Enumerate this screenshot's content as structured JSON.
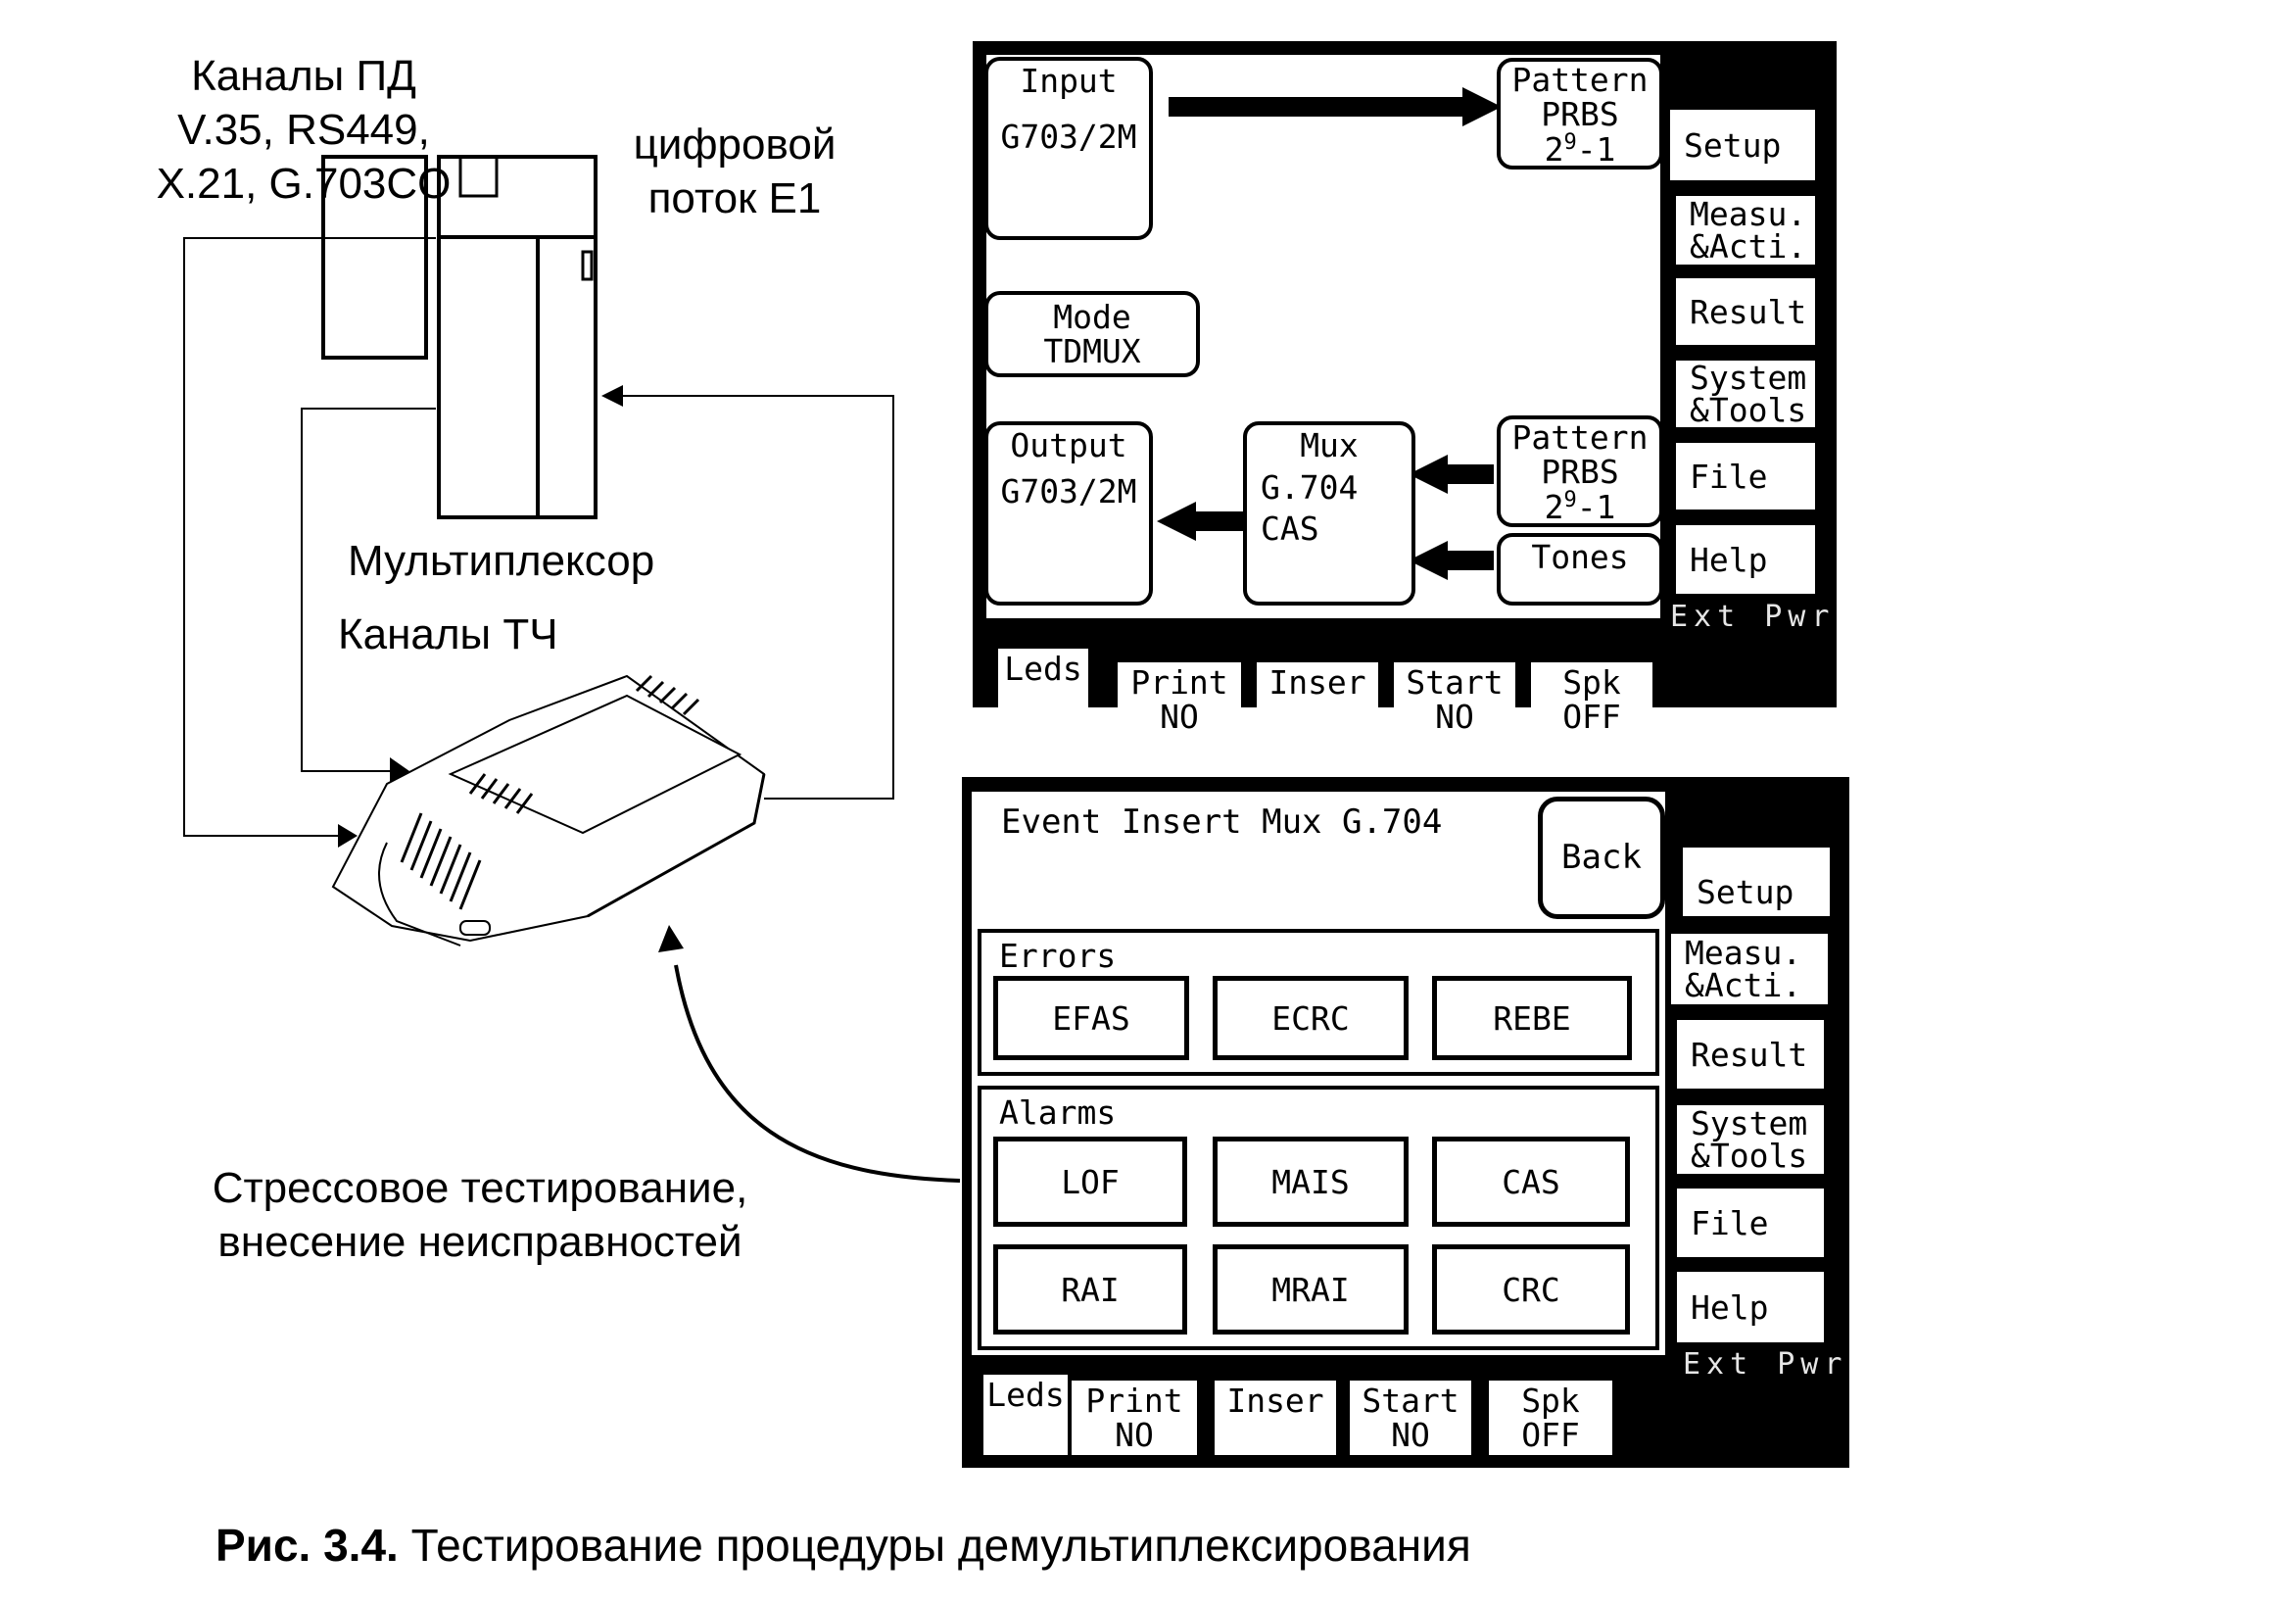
{
  "diagram": {
    "labels": {
      "data_channels_title": "Каналы ПД",
      "data_channels_line2": "V.35, RS449,",
      "data_channels_line3": "X.21, G.703CO",
      "digital_stream_line1": "цифровой",
      "digital_stream_line2": "поток Е1",
      "multiplexer": "Мультиплексор",
      "voice_channels": "Каналы ТЧ",
      "stress_line1": "Стрессовое тестирование,",
      "stress_line2": "внесение неисправностей"
    },
    "caption": {
      "prefix": "Рис. 3.4.",
      "text": " Тестирование процедуры демультиплексирования"
    }
  },
  "screen_top": {
    "blocks": {
      "input_title": "Input",
      "input_value": "G703/2M",
      "pattern1_title": "Pattern",
      "pattern1_type": "PRBS",
      "pattern1_base": "2",
      "pattern1_exp": "9",
      "pattern1_suffix": "-1",
      "mode_title": "Mode",
      "mode_value": "TDMUX",
      "output_title": "Output",
      "output_value": "G703/2M",
      "mux_title": "Mux",
      "mux_line1": "G.704",
      "mux_line2": "CAS",
      "pattern2_title": "Pattern",
      "pattern2_type": "PRBS",
      "pattern2_base": "2",
      "pattern2_exp": "9",
      "pattern2_suffix": "-1",
      "tones": "Tones"
    },
    "side_menu": [
      {
        "line1": "Setup",
        "line2": ""
      },
      {
        "line1": "Measu.",
        "line2": "&Acti."
      },
      {
        "line1": "Result",
        "line2": ""
      },
      {
        "line1": "System",
        "line2": "&Tools"
      },
      {
        "line1": "File",
        "line2": ""
      },
      {
        "line1": "Help",
        "line2": ""
      }
    ],
    "ext_pwr": "Ext Pwr",
    "bottom_bar": [
      {
        "line1": "Leds",
        "line2": ""
      },
      {
        "line1": "Print",
        "line2": "NO"
      },
      {
        "line1": "Inser",
        "line2": ""
      },
      {
        "line1": "Start",
        "line2": "NO"
      },
      {
        "line1": "Spk",
        "line2": "OFF"
      }
    ]
  },
  "screen_bottom": {
    "title": "Event Insert Mux G.704",
    "back_label": "Back",
    "errors": {
      "title": "Errors",
      "buttons": [
        "EFAS",
        "ECRC",
        "REBE"
      ]
    },
    "alarms": {
      "title": "Alarms",
      "buttons": [
        "LOF",
        "MAIS",
        "CAS",
        "RAI",
        "MRAI",
        "CRC"
      ]
    },
    "side_menu": [
      {
        "line1": "Setup",
        "line2": ""
      },
      {
        "line1": "Measu.",
        "line2": "&Acti."
      },
      {
        "line1": "Result",
        "line2": ""
      },
      {
        "line1": "System",
        "line2": "&Tools"
      },
      {
        "line1": "File",
        "line2": ""
      },
      {
        "line1": "Help",
        "line2": ""
      }
    ],
    "ext_pwr": "Ext Pwr",
    "bottom_bar": [
      {
        "line1": "Leds",
        "line2": ""
      },
      {
        "line1": "Print",
        "line2": "NO"
      },
      {
        "line1": "Inser",
        "line2": ""
      },
      {
        "line1": "Start",
        "line2": "NO"
      },
      {
        "line1": "Spk",
        "line2": "OFF"
      }
    ]
  }
}
